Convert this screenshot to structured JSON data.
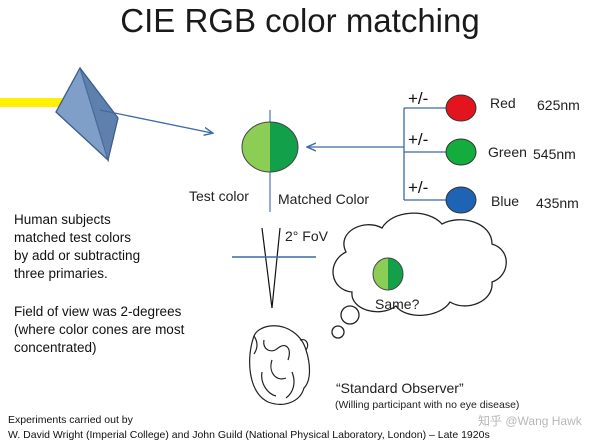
{
  "title": "CIE RGB color matching",
  "labels": {
    "test_color": "Test color",
    "matched_color": "Matched Color",
    "fov": "2° FoV",
    "same": "Same?",
    "plus_minus": "+/-"
  },
  "primaries": [
    {
      "name": "Red",
      "wavelength": "625nm",
      "color": "#e4141e"
    },
    {
      "name": "Green",
      "wavelength": "545nm",
      "color": "#12ad3c"
    },
    {
      "name": "Blue",
      "wavelength": "435nm",
      "color": "#1e64b4"
    }
  ],
  "description": "Human subjects\nmatched test colors\nby add or subtracting\nthree primaries.",
  "field_of_view": "Field of view was 2-degrees\n(where color cones are most\nconcentrated)",
  "standard_observer": "“Standard Observer”",
  "observer_note": "(Willing participant with no eye disease)",
  "footer": {
    "line1": "Experiments carried out by",
    "line2": "W. David Wright (Imperial College) and John Guild (National Physical Laboratory, London) – Late 1920s"
  },
  "watermark": "知乎 @Wang Hawk",
  "colors": {
    "test_half": "#8ccd55",
    "matched_half": "#12a04a",
    "beam": "#fff200",
    "arrow": "#3a6aa8"
  }
}
